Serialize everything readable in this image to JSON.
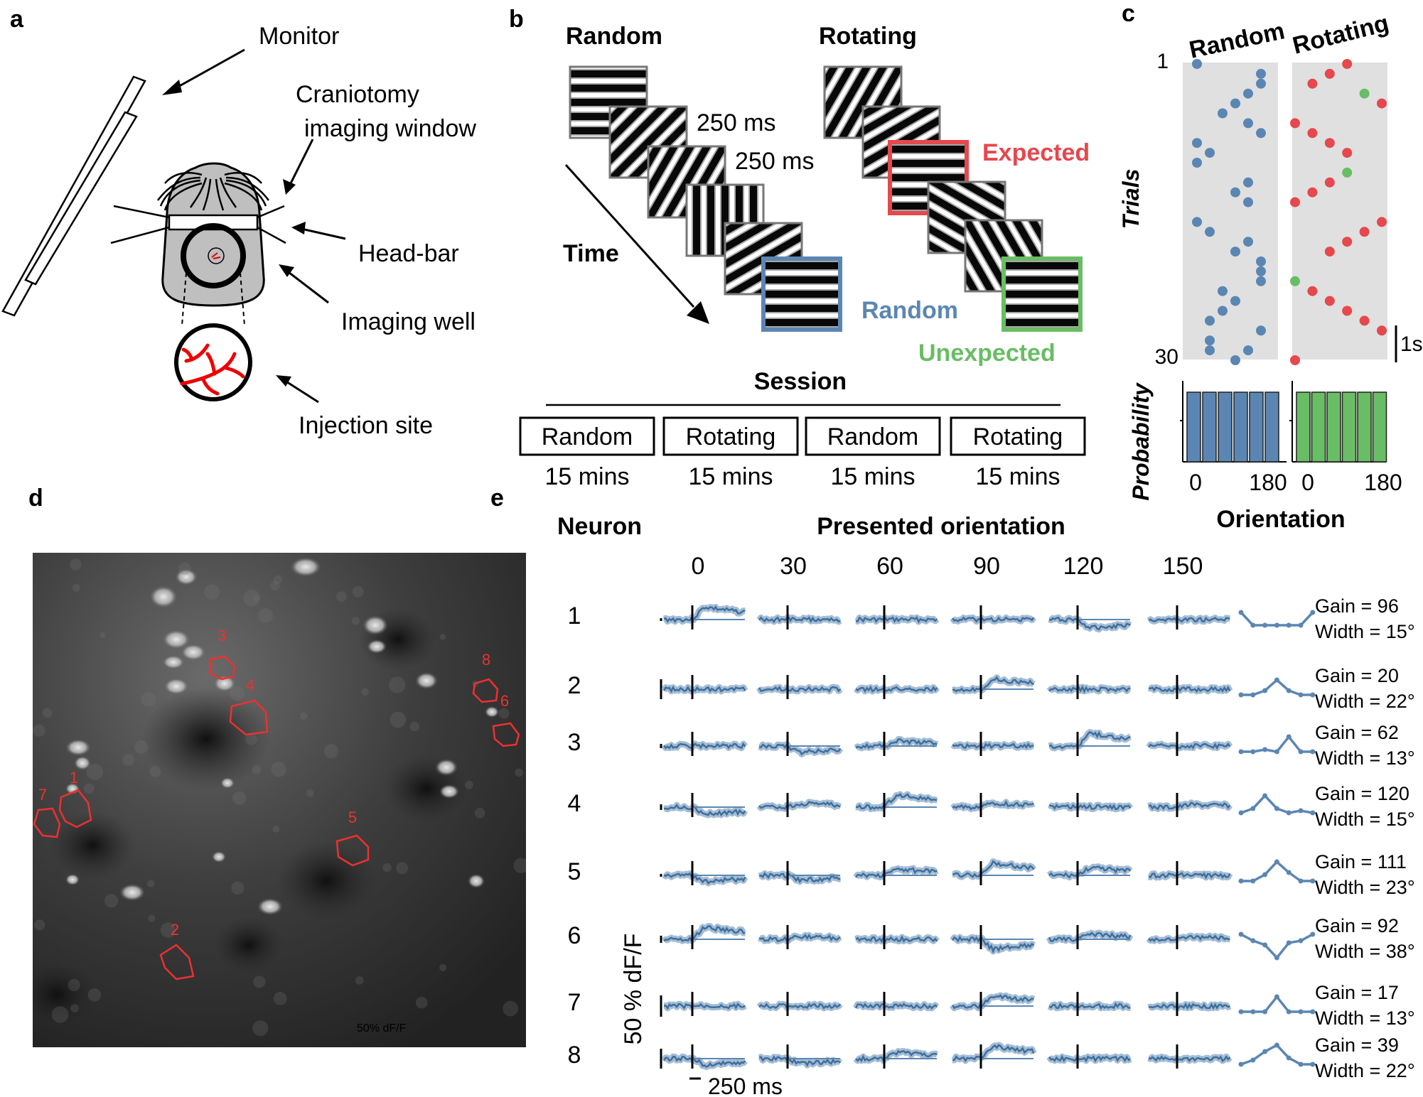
{
  "panels": {
    "a": {
      "letter": "a",
      "monitor": "Monitor",
      "craniotomy_1": "Craniotomy",
      "craniotomy_2": "imaging window",
      "headbar": "Head-bar",
      "well": "Imaging well",
      "injection": "Injection site"
    },
    "b": {
      "letter": "b",
      "random_title": "Random",
      "rotating_title": "Rotating",
      "dur1": "250 ms",
      "dur2": "250 ms",
      "time": "Time",
      "expected": "Expected",
      "random_lbl": "Random",
      "unexpected": "Unexpected",
      "session_title": "Session",
      "blocks": [
        {
          "name": "Random",
          "duration": "15 mins"
        },
        {
          "name": "Rotating",
          "duration": "15 mins"
        },
        {
          "name": "Random",
          "duration": "15 mins"
        },
        {
          "name": "Rotating",
          "duration": "15 mins"
        }
      ],
      "colors": {
        "expected": "#e5484d",
        "random": "#5b86b3",
        "unexpected": "#69bd64"
      }
    },
    "c": {
      "letter": "c",
      "random_title": "Random",
      "rotating_title": "Rotating",
      "trial_start": "1",
      "trial_end": "30",
      "ylabel": "Trials",
      "scale": "1s",
      "prob_label": "Probability",
      "xticks_left": [
        "0",
        "180"
      ],
      "xticks_right": [
        "0",
        "180"
      ],
      "xlabel": "Orientation",
      "random_points": [
        [
          0,
          1
        ],
        [
          150,
          2
        ],
        [
          150,
          3
        ],
        [
          120,
          4
        ],
        [
          90,
          5
        ],
        [
          60,
          6
        ],
        [
          120,
          7
        ],
        [
          150,
          8
        ],
        [
          0,
          9
        ],
        [
          30,
          10
        ],
        [
          0,
          11
        ],
        [
          120,
          13
        ],
        [
          90,
          14
        ],
        [
          120,
          15
        ],
        [
          0,
          17
        ],
        [
          30,
          18
        ],
        [
          120,
          19
        ],
        [
          90,
          20
        ],
        [
          150,
          21
        ],
        [
          150,
          22
        ],
        [
          150,
          23
        ],
        [
          60,
          24
        ],
        [
          90,
          25
        ],
        [
          60,
          26
        ],
        [
          30,
          27
        ],
        [
          150,
          28
        ],
        [
          30,
          29
        ],
        [
          30,
          30
        ],
        [
          120,
          30
        ],
        [
          90,
          31
        ]
      ],
      "rotating_points": [
        [
          90,
          1
        ],
        [
          60,
          2
        ],
        [
          30,
          3
        ],
        [
          120,
          4
        ],
        [
          150,
          5
        ],
        [
          0,
          7
        ],
        [
          30,
          8
        ],
        [
          60,
          9
        ],
        [
          90,
          10
        ],
        [
          90,
          12
        ],
        [
          60,
          13
        ],
        [
          30,
          14
        ],
        [
          0,
          15
        ],
        [
          150,
          17
        ],
        [
          120,
          18
        ],
        [
          90,
          19
        ],
        [
          60,
          20
        ],
        [
          0,
          23
        ],
        [
          30,
          24
        ],
        [
          60,
          25
        ],
        [
          90,
          26
        ],
        [
          120,
          27
        ],
        [
          150,
          28
        ],
        [
          0,
          31
        ]
      ],
      "unexpected_points": [
        [
          120,
          4
        ],
        [
          90,
          12
        ],
        [
          0,
          23
        ]
      ]
    },
    "d": {
      "letter": "d",
      "scalebar": "50% dF/F",
      "roi_labels": [
        "1",
        "2",
        "3",
        "4",
        "5",
        "6",
        "7",
        "8"
      ]
    },
    "e": {
      "letter": "e",
      "neuron_title": "Neuron",
      "orient_title": "Presented orientation",
      "orientations": [
        "0",
        "30",
        "60",
        "90",
        "120",
        "150"
      ],
      "ylabel": "50 % dF/F",
      "time_scale": "250 ms",
      "neurons": [
        {
          "id": "1",
          "gain": "Gain = 96",
          "width": "Width = 15°"
        },
        {
          "id": "2",
          "gain": "Gain = 20",
          "width": "Width = 22°"
        },
        {
          "id": "3",
          "gain": "Gain = 62",
          "width": "Width = 13°"
        },
        {
          "id": "4",
          "gain": "Gain = 120",
          "width": "Width = 15°"
        },
        {
          "id": "5",
          "gain": "Gain = 111",
          "width": "Width = 23°"
        },
        {
          "id": "6",
          "gain": "Gain = 92",
          "width": "Width = 38°"
        },
        {
          "id": "7",
          "gain": "Gain = 17",
          "width": "Width = 13°"
        },
        {
          "id": "8",
          "gain": "Gain = 39",
          "width": "Width = 22°"
        }
      ],
      "responses": [
        [
          1.0,
          0,
          0,
          0,
          -0.7,
          0
        ],
        [
          0,
          0,
          0,
          0.8,
          0,
          0
        ],
        [
          0,
          -0.5,
          0.4,
          0,
          1.0,
          0
        ],
        [
          -0.6,
          0.3,
          1.0,
          0.3,
          0,
          0.2
        ],
        [
          -0.5,
          -0.4,
          0.5,
          1.0,
          0.6,
          0
        ],
        [
          1.0,
          0.2,
          0,
          -0.8,
          0.4,
          0.2
        ],
        [
          0,
          0,
          0,
          0.8,
          0,
          0
        ],
        [
          -0.5,
          -0.4,
          0.5,
          1.0,
          0,
          0
        ]
      ]
    }
  }
}
